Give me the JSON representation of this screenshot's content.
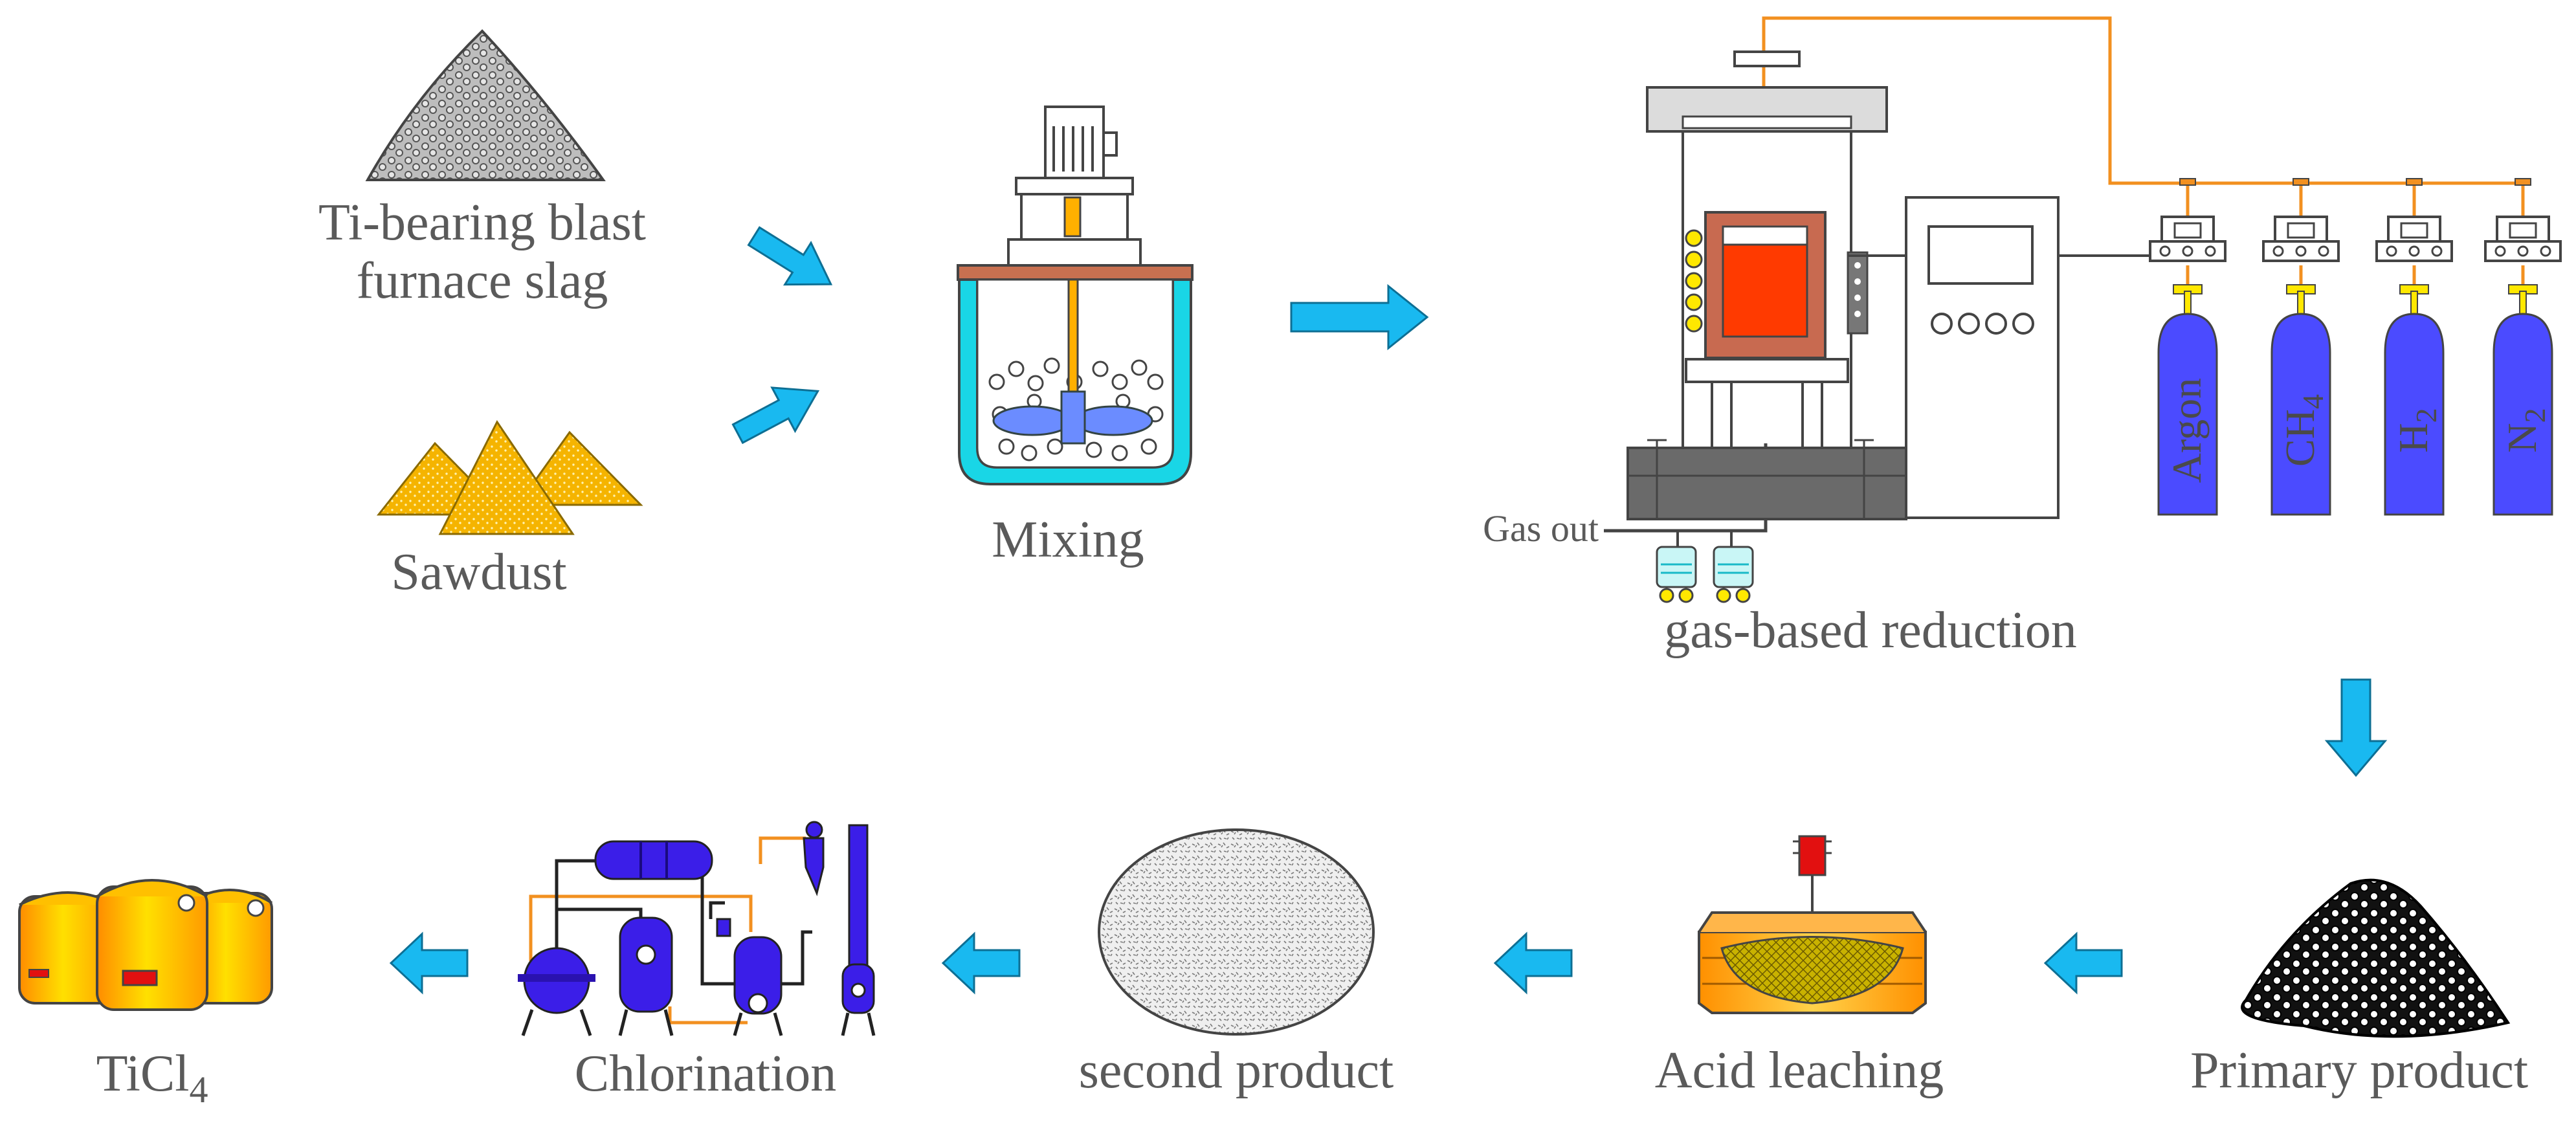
{
  "colors": {
    "arrow": "#19b9f0",
    "sawdust": "#f5b400",
    "vessel_blue": "#3b1ee8",
    "gas_cylinder": "#4b4bff",
    "gas_line": "#f29020",
    "tank_yellow": "#ffd000",
    "tank_orange": "#ff8c00",
    "furnace_red": "#ff3a00",
    "mixer_cyan": "#19d6e6"
  },
  "labels": {
    "slag_line1": "Ti-bearing blast",
    "slag_line2": "furnace slag",
    "sawdust": "Sawdust",
    "mixing": "Mixing",
    "reduction": "gas-based reduction",
    "gas_out": "Gas out",
    "primary": "Primary product",
    "leaching": "Acid leaching",
    "second": "second product",
    "chlorination": "Chlorination",
    "ticl4_main": "TiCl",
    "ticl4_sub": "4"
  },
  "cylinders": [
    {
      "label": "Argon",
      "sub": ""
    },
    {
      "label": "CH",
      "sub": "4"
    },
    {
      "label": "H",
      "sub": "2"
    },
    {
      "label": "N",
      "sub": "2"
    }
  ],
  "icons": {
    "slag": "gray-slag-pile-icon",
    "sawdust": "sawdust-piles-icon",
    "mixer": "stirred-mixer-tank-icon",
    "furnace": "tube-furnace-icon",
    "controller": "control-cabinet-icon",
    "cylinders": "gas-cylinder-icon",
    "primary": "black-product-pile-icon",
    "leaching": "acid-leaching-tank-icon",
    "second": "second-product-disk-icon",
    "chlorination": "chlorination-plant-icon",
    "ticl4": "ticl4-storage-tanks-icon"
  }
}
